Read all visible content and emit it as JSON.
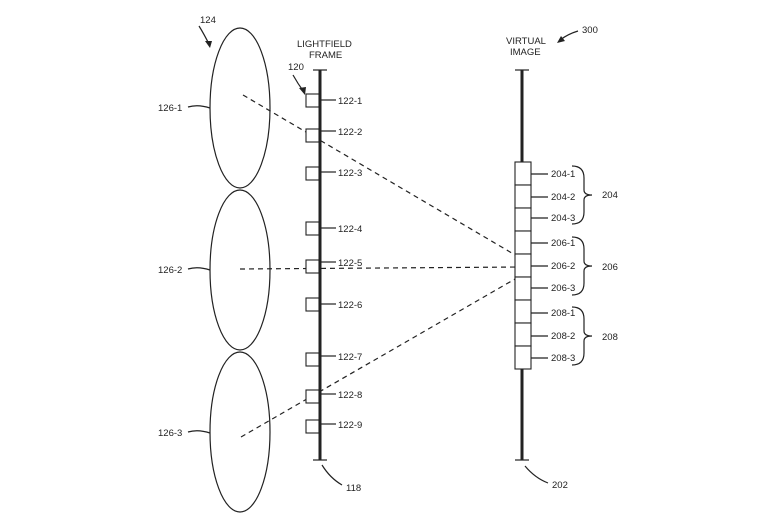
{
  "labels": {
    "ref_124": "124",
    "ref_120": "120",
    "ref_300": "300",
    "ref_118": "118",
    "ref_202": "202",
    "lightfield_line1": "LIGHTFIELD",
    "lightfield_line2": "FRAME",
    "virtual_line1": "VIRTUAL",
    "virtual_line2": "IMAGE"
  },
  "ellipses": [
    "126-1",
    "126-2",
    "126-3"
  ],
  "frame_elements": [
    "122-1",
    "122-2",
    "122-3",
    "122-4",
    "122-5",
    "122-6",
    "122-7",
    "122-8",
    "122-9"
  ],
  "virtual_groups": [
    {
      "label": "204",
      "elements": [
        "204-1",
        "204-2",
        "204-3"
      ]
    },
    {
      "label": "206",
      "elements": [
        "206-1",
        "206-2",
        "206-3"
      ]
    },
    {
      "label": "208",
      "elements": [
        "208-1",
        "208-2",
        "208-3"
      ]
    }
  ]
}
